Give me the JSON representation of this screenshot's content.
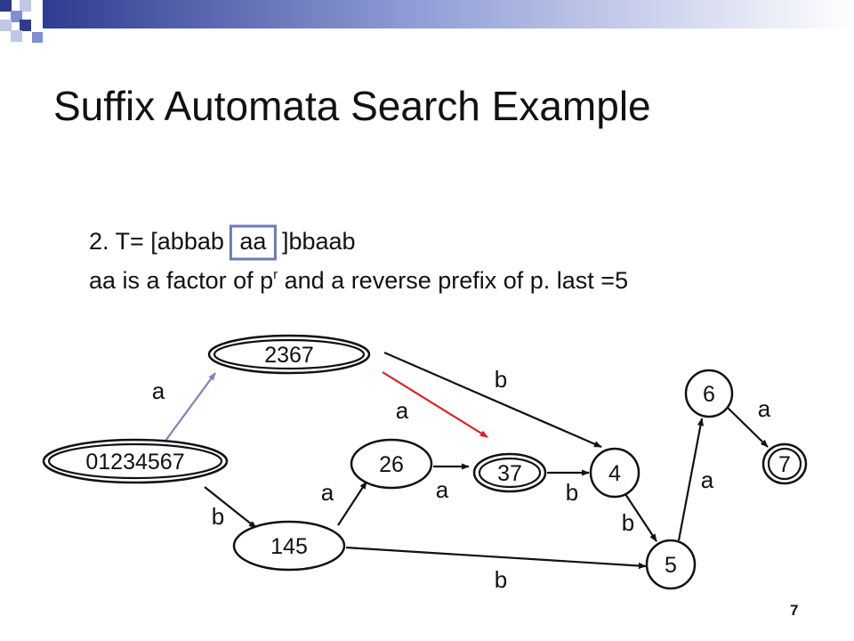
{
  "slide": {
    "title": "Suffix Automata Search Example",
    "text_line1": {
      "before": "2. T= [abbab",
      "highlighted": "aa",
      "after": "]bbaab"
    },
    "text_line2": {
      "part1": "aa is a factor of p",
      "superscript": "r",
      "part2": " and a reverse prefix of p. last =5"
    },
    "page_number": "7"
  },
  "colors": {
    "text": "#111111",
    "deco_navy": "#2e3b8f",
    "deco_blue": "#7f8fd0",
    "deco_light": "#c0c8e8",
    "highlight_box": "#6c7ab6",
    "edge_default": "#111111",
    "edge_lavender": "#7f84b8",
    "edge_red": "#e11b1b"
  },
  "automaton": {
    "states": [
      {
        "id": "s0",
        "label": "01234567",
        "terminal": true
      },
      {
        "id": "s2367",
        "label": "2367",
        "terminal": true
      },
      {
        "id": "s145",
        "label": "145",
        "terminal": false
      },
      {
        "id": "s26",
        "label": "26",
        "terminal": false
      },
      {
        "id": "s37",
        "label": "37",
        "terminal": true
      },
      {
        "id": "s4",
        "label": "4",
        "terminal": false
      },
      {
        "id": "s5",
        "label": "5",
        "terminal": false
      },
      {
        "id": "s6",
        "label": "6",
        "terminal": false
      },
      {
        "id": "s7",
        "label": "7",
        "terminal": true
      }
    ],
    "transitions": [
      {
        "from": "s0",
        "to": "s2367",
        "label": "a",
        "color": "lavender"
      },
      {
        "from": "s0",
        "to": "s145",
        "label": "b",
        "color": "default"
      },
      {
        "from": "s2367",
        "to": "s37",
        "label": "a",
        "color": "red"
      },
      {
        "from": "s2367",
        "to": "s4",
        "label": "b",
        "color": "default"
      },
      {
        "from": "s145",
        "to": "s26",
        "label": "a",
        "color": "default"
      },
      {
        "from": "s145",
        "to": "s5",
        "label": "b",
        "color": "default"
      },
      {
        "from": "s26",
        "to": "s37",
        "label": "a",
        "color": "default"
      },
      {
        "from": "s37",
        "to": "s4",
        "label": "b",
        "color": "default"
      },
      {
        "from": "s4",
        "to": "s5",
        "label": "b",
        "color": "default"
      },
      {
        "from": "s5",
        "to": "s6",
        "label": "a",
        "color": "default"
      },
      {
        "from": "s6",
        "to": "s7",
        "label": "a",
        "color": "default"
      }
    ]
  }
}
